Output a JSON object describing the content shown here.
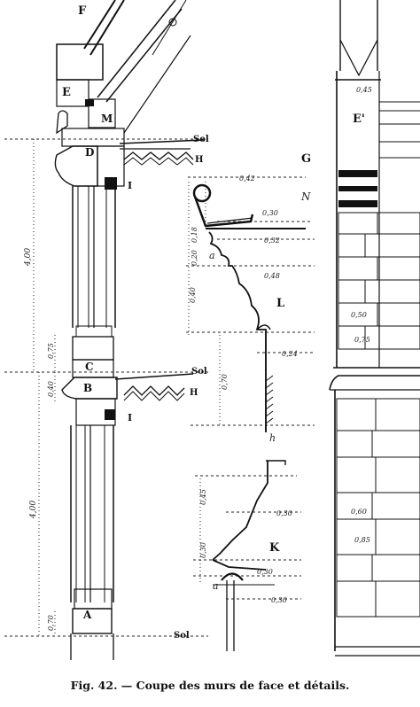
{
  "caption": "Fig. 42. — Coupe des murs de face et détails.",
  "labels": {
    "F": "F",
    "E": "E",
    "M": "M",
    "D": "D",
    "H_top": "H",
    "I_top": "I",
    "sol_top": "Sol",
    "C": "C",
    "B": "B",
    "sol_mid": "Sol",
    "H_mid": "H",
    "I_mid": "I",
    "A": "A",
    "sol_bottom": "Sol",
    "L": "L",
    "K": "K",
    "N": "N",
    "a_L": "a",
    "h_L": "h",
    "a_K": "a",
    "G": "G",
    "E_prime": "E'"
  },
  "dims": {
    "left_total_upper": "4,00",
    "left_total_lower": "4,00",
    "left_c": "0,75",
    "left_b": "0,40",
    "left_a": "0,70",
    "L_top": "0,42",
    "L_n1": "0,30",
    "L_n2": "0,32",
    "L_v1": "0,18",
    "L_v2": "0,20",
    "L_m1": "0,48",
    "L_m2": "0,24",
    "L_v3": "0,40",
    "L_v4": "0,70",
    "K_v1": "0,45",
    "K_h1": "0,30",
    "K_h2": "0,30",
    "K_v2": "0,30",
    "K_h3": "0,30",
    "G_1": "0,45",
    "G_2": "0,50",
    "G_3": "0,75",
    "G_4": "0,60",
    "G_5": "0,85"
  },
  "colors": {
    "ink": "#111111",
    "paper": "#ffffff"
  }
}
